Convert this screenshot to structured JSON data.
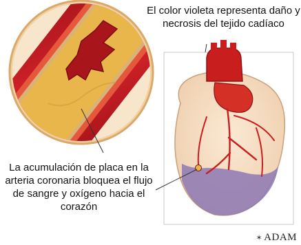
{
  "captions": {
    "damage": "El color violeta representa daño y necrosis del tejido cadíaco",
    "plaque": "La acumulación de placa en la arteria coronaria bloquea el flujo de sangre y oxígeno hacia el corazón"
  },
  "brand": {
    "name": "ADAM",
    "mark_icon": "adam-star-icon"
  },
  "colors": {
    "artery_wall": "#c4161c",
    "artery_lining": "#e8573a",
    "plaque": "#e7b54a",
    "blood": "#a8161b",
    "heart_tissue": "#f5dec4",
    "necrosis": "#8c78b4",
    "vessel": "#c81e1e",
    "lens_ring": "#e7c08a"
  }
}
